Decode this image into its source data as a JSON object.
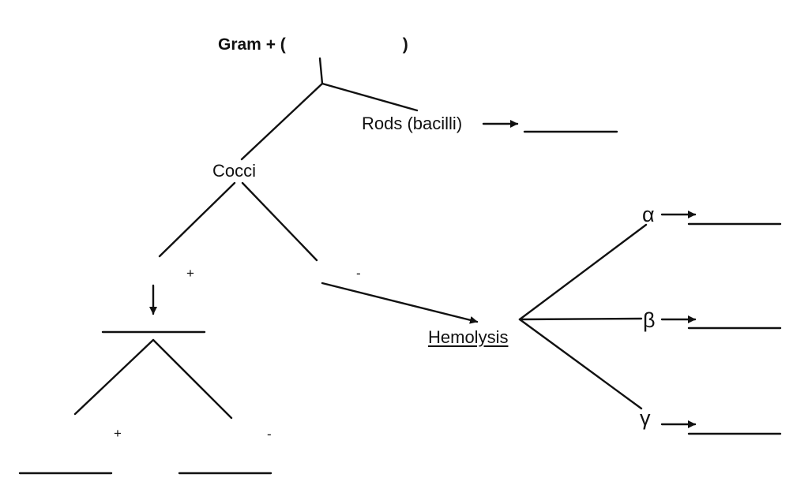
{
  "root": {
    "label_prefix": "Gram + (",
    "label_suffix": ")"
  },
  "nodes": {
    "rods": "Rods (bacilli)",
    "cocci": "Cocci",
    "hemolysis": "Hemolysis"
  },
  "signs": {
    "cocci_plus": "+",
    "cocci_minus": "-",
    "lower_plus": "+",
    "lower_minus": "-"
  },
  "hemolysis_types": {
    "alpha": "α",
    "beta": "β",
    "gamma": "γ"
  },
  "colors": {
    "ink": "#111111",
    "background": "#ffffff"
  }
}
